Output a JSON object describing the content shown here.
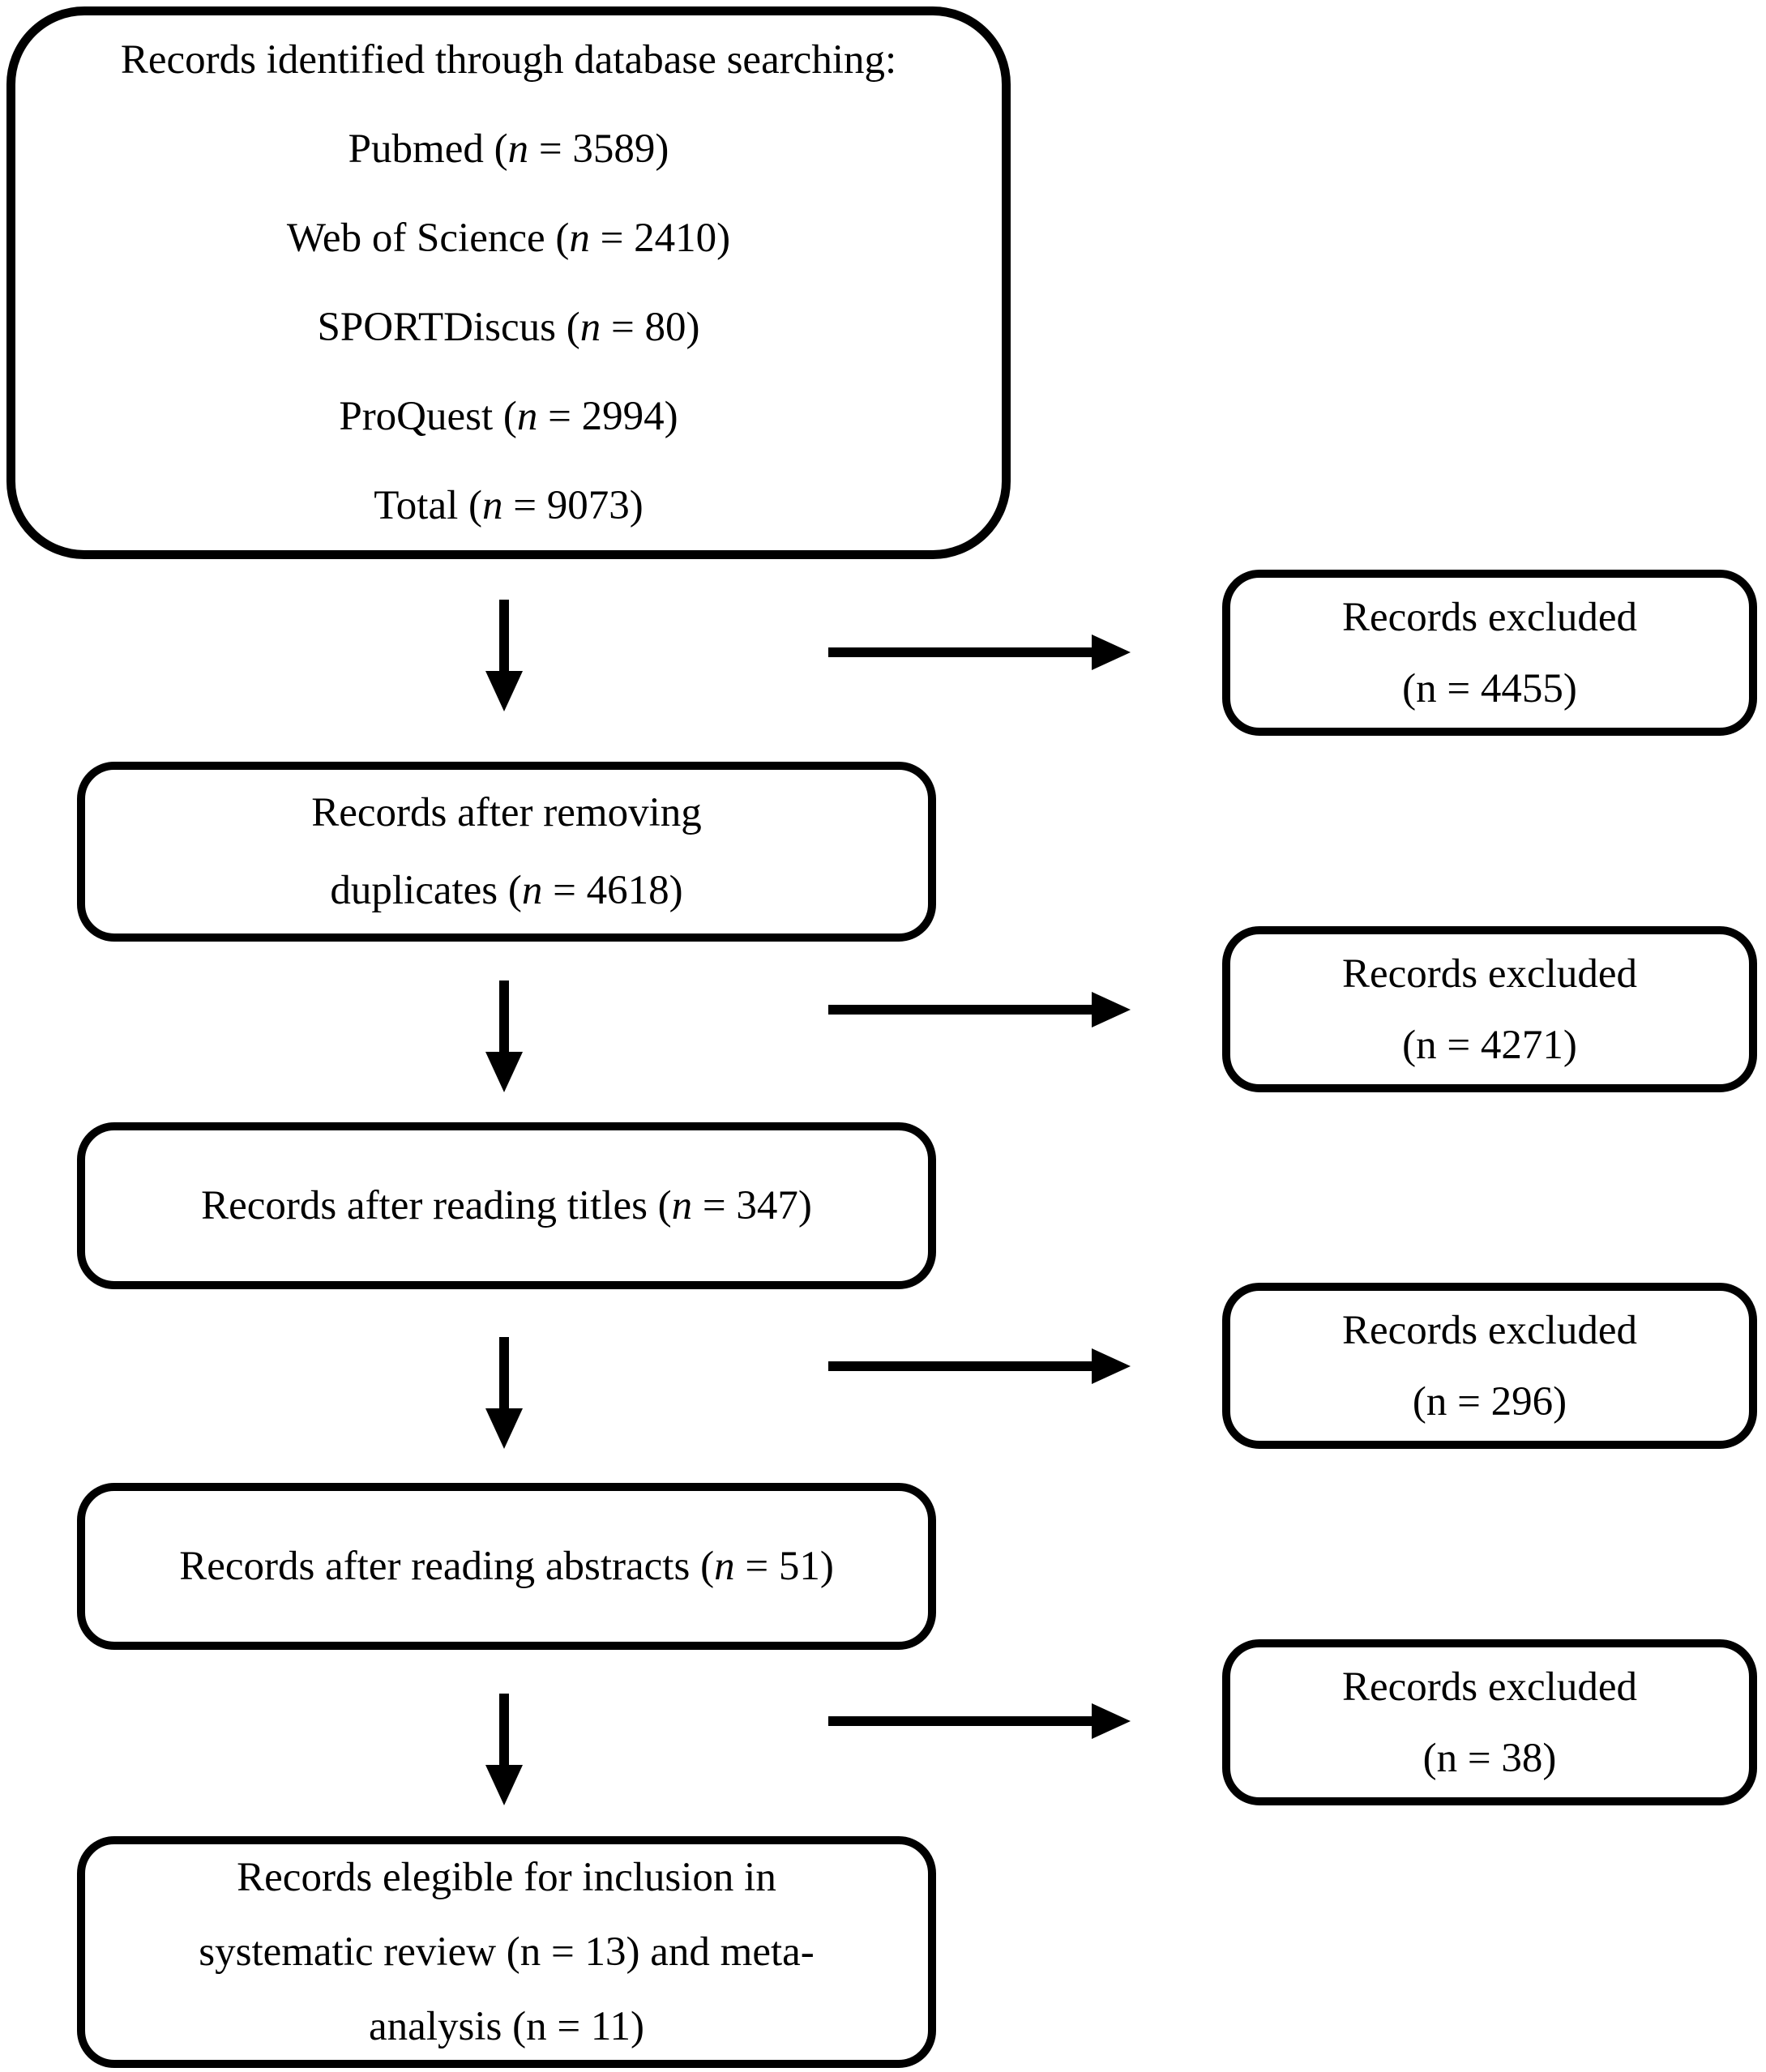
{
  "figure": {
    "type": "prisma-flow-diagram",
    "background_color": "#ffffff",
    "line_color": "#000000"
  },
  "boxes": {
    "identification": {
      "lines": [
        {
          "pre": "Records identified through database searching:"
        },
        {
          "pre": "Pubmed (",
          "n": "n",
          "post": " = 3589)"
        },
        {
          "pre": "Web of Science (",
          "n": "n",
          "post": " = 2410)"
        },
        {
          "pre": "SPORTDiscus (",
          "n": "n",
          "post": " = 80)"
        },
        {
          "pre": "ProQuest (",
          "n": "n",
          "post": " = 2994)"
        },
        {
          "pre": "Total (",
          "n": "n",
          "post": " = 9073)"
        }
      ]
    },
    "after_duplicates": {
      "lines": [
        {
          "pre": "Records after removing"
        },
        {
          "pre": "duplicates (",
          "n": "n",
          "post": " = 4618)"
        }
      ]
    },
    "after_titles": {
      "lines": [
        {
          "pre": "Records after reading titles (",
          "n": "n",
          "post": " = 347)"
        }
      ]
    },
    "after_abstracts": {
      "lines": [
        {
          "pre": "Records after reading abstracts (",
          "n": "n",
          "post": " = 51)"
        }
      ]
    },
    "eligible": {
      "lines": [
        {
          "pre": "Records elegible for inclusion in"
        },
        {
          "pre": "systematic review (n = 13) and meta-"
        },
        {
          "pre": "analysis (n = 11)"
        }
      ]
    },
    "excluded_1": {
      "lines": [
        {
          "pre": "Records excluded"
        },
        {
          "pre": "(n = 4455)"
        }
      ]
    },
    "excluded_2": {
      "lines": [
        {
          "pre": "Records excluded"
        },
        {
          "pre": "(n = 4271)"
        }
      ]
    },
    "excluded_3": {
      "lines": [
        {
          "pre": "Records excluded"
        },
        {
          "pre": "(n = 296)"
        }
      ]
    },
    "excluded_4": {
      "lines": [
        {
          "pre": "Records excluded"
        },
        {
          "pre": "(n = 38)"
        }
      ]
    }
  }
}
